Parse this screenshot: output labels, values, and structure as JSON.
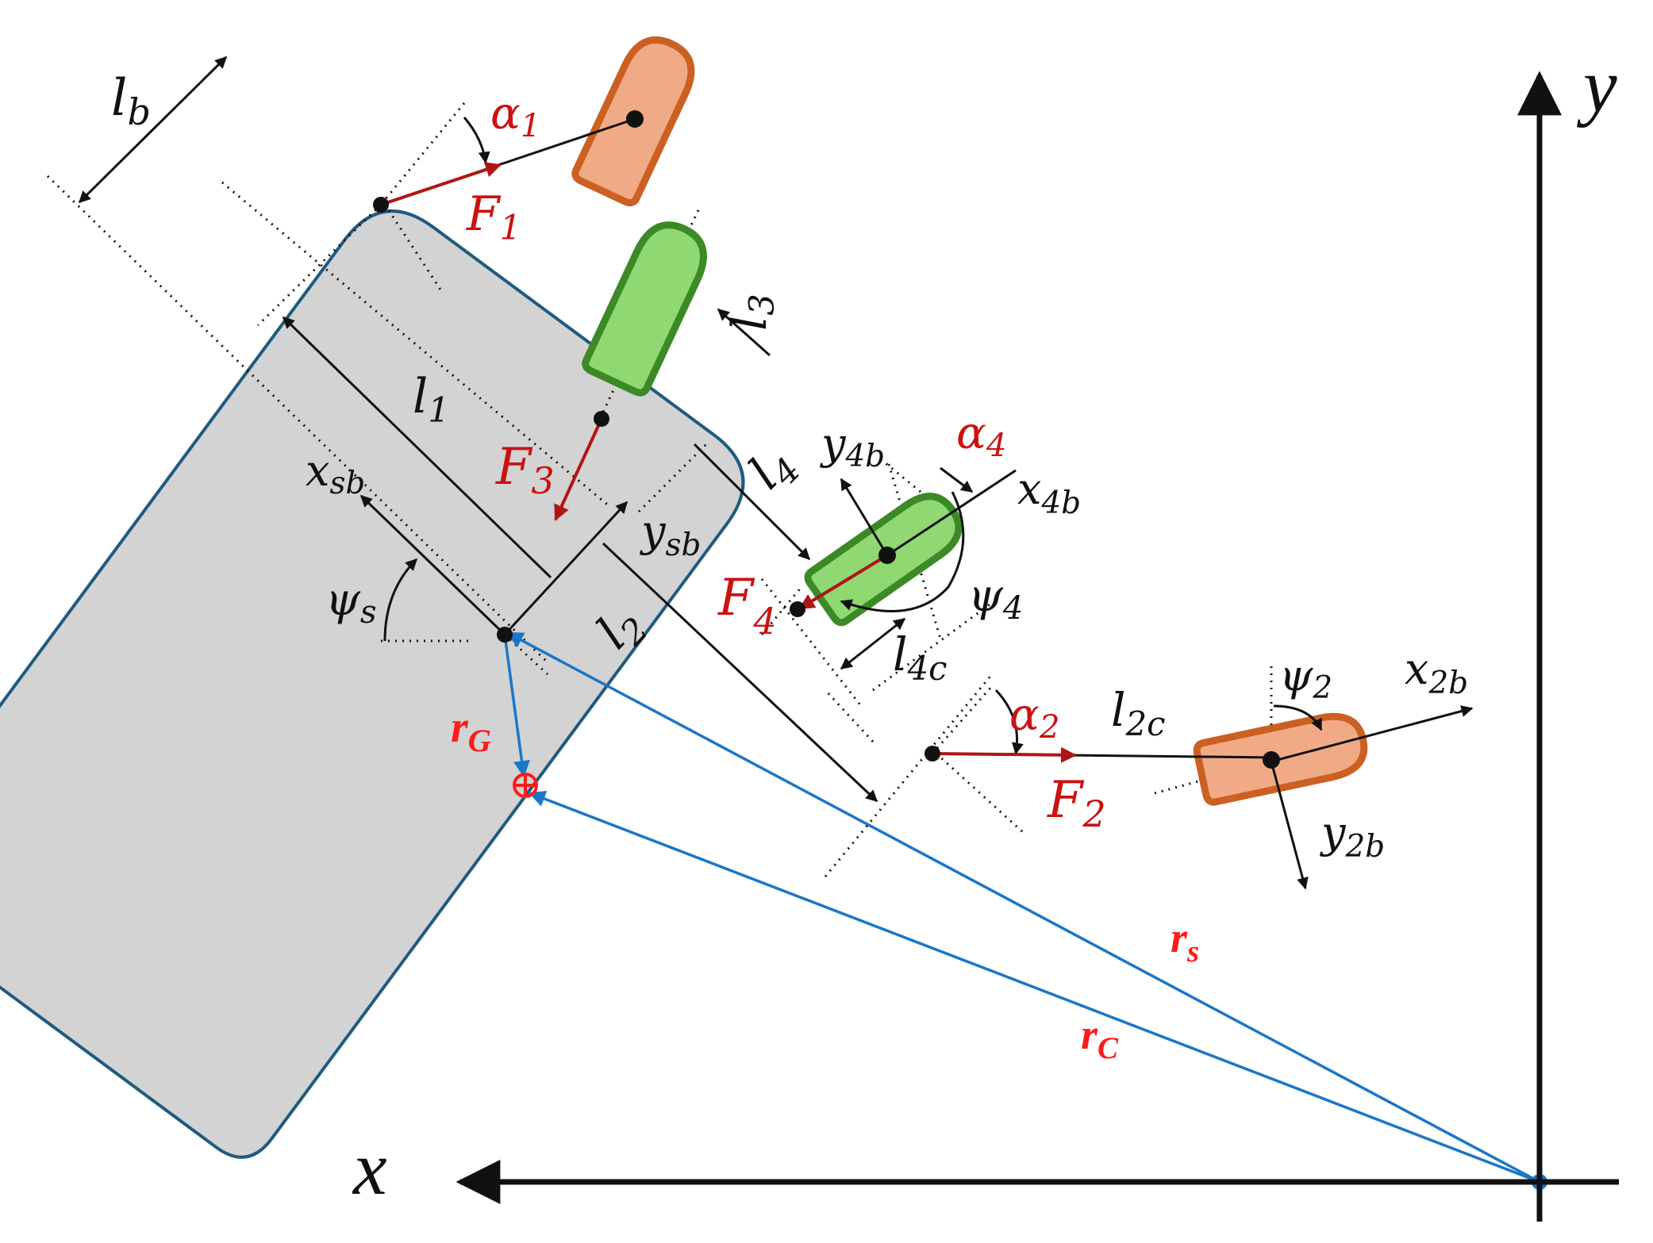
{
  "colors": {
    "hull_fill": "#d3d3d3",
    "hull_stroke": "#1f5a80",
    "tug_orange_fill": "#f0ab86",
    "tug_orange_stroke": "#cc5f22",
    "tug_green_fill": "#8fd872",
    "tug_green_stroke": "#3c8a25",
    "force_red": "#b01515",
    "label_red": "#cc1111",
    "vector_blue": "#1a76c8",
    "ink": "#111111"
  },
  "axes": {
    "x": "x",
    "y": "y"
  },
  "labels": {
    "lb": {
      "main": "l",
      "sub": "b"
    },
    "alpha1": {
      "main": "α",
      "sub": "1"
    },
    "F1": {
      "main": "F",
      "sub": "1"
    },
    "l3": {
      "main": "l",
      "sub": "3"
    },
    "l1": {
      "main": "l",
      "sub": "1"
    },
    "F3": {
      "main": "F",
      "sub": "3"
    },
    "xsb": {
      "main": "x",
      "sub": "sb"
    },
    "ysb": {
      "main": "y",
      "sub": "sb"
    },
    "psi_s": {
      "main": "ψ",
      "sub": "s"
    },
    "l2": {
      "main": "l",
      "sub": "2"
    },
    "y4b": {
      "main": "y",
      "sub": "4b"
    },
    "alpha4": {
      "main": "α",
      "sub": "4"
    },
    "x4b": {
      "main": "x",
      "sub": "4b"
    },
    "l4": {
      "main": "l",
      "sub": "4"
    },
    "psi4": {
      "main": "ψ",
      "sub": "4"
    },
    "F4": {
      "main": "F",
      "sub": "4"
    },
    "l4c": {
      "main": "l",
      "sub": "4c"
    },
    "alpha2": {
      "main": "α",
      "sub": "2"
    },
    "l2c": {
      "main": "l",
      "sub": "2c"
    },
    "psi2": {
      "main": "ψ",
      "sub": "2"
    },
    "x2b": {
      "main": "x",
      "sub": "2b"
    },
    "F2": {
      "main": "F",
      "sub": "2"
    },
    "y2b": {
      "main": "y",
      "sub": "2b"
    },
    "rG": {
      "main": "r",
      "sub": "G"
    },
    "rs": {
      "main": "r",
      "sub": "s"
    },
    "rC": {
      "main": "r",
      "sub": "C"
    }
  }
}
